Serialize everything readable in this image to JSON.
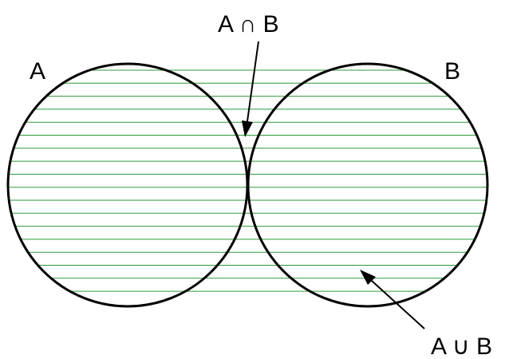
{
  "labels": {
    "set_a": "A",
    "set_b": "B",
    "intersection": "A ∩ B",
    "union": "A ∪ B"
  },
  "colors": {
    "outline": "#000000",
    "union_hatch": "#2e9a3a",
    "intersection_hatch": "#e3242b",
    "background": "#ffffff"
  }
}
